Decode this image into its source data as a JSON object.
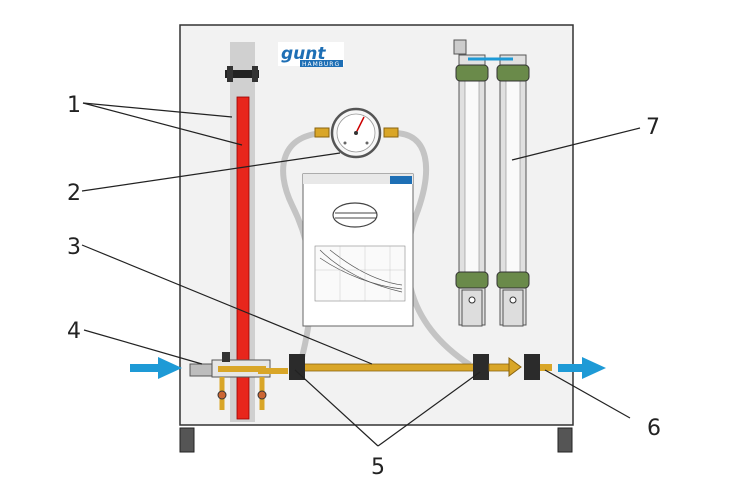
{
  "logo": {
    "brand": "gunt",
    "city": "HAMBURG"
  },
  "callouts": [
    "1",
    "2",
    "3",
    "4",
    "5",
    "6",
    "7"
  ],
  "colors": {
    "flow_arrow": "#1e9ad6",
    "manometer_tube": "#e8261c",
    "hose": "#c4c4c4",
    "panel": "#f2f2f2",
    "brass": "#d9a628"
  }
}
